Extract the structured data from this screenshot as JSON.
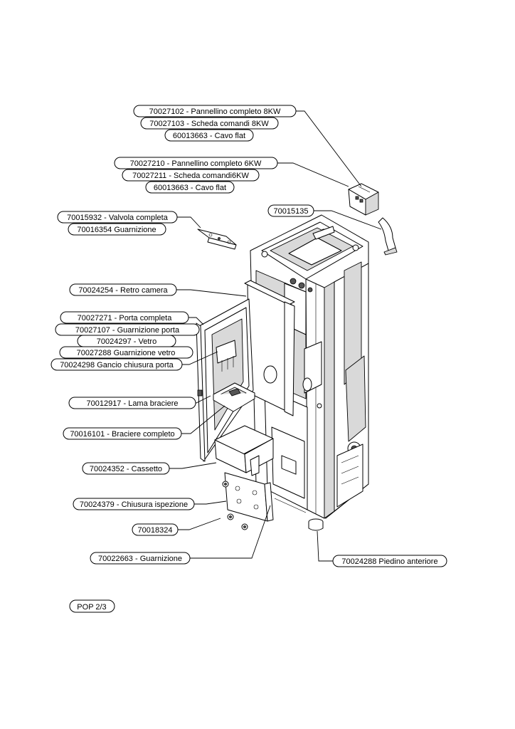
{
  "labels": [
    {
      "id": "pannellino-8kw",
      "text": "70027102 - Pannellino completo 8KW"
    },
    {
      "id": "scheda-8kw",
      "text": "70027103 - Scheda comandi 8KW"
    },
    {
      "id": "cavo-flat-1",
      "text": "60013663 - Cavo flat"
    },
    {
      "id": "pannellino-6kw",
      "text": "70027210 - Pannellino completo 6KW"
    },
    {
      "id": "scheda-6kw",
      "text": "70027211 - Scheda comandi6KW"
    },
    {
      "id": "cavo-flat-2",
      "text": "60013663 - Cavo flat"
    },
    {
      "id": "p-70015135",
      "text": "70015135"
    },
    {
      "id": "valvola",
      "text": "70015932 - Valvola completa"
    },
    {
      "id": "guarnizione-valvola",
      "text": "70016354 Guarnizione"
    },
    {
      "id": "retro-camera",
      "text": "70024254 - Retro camera"
    },
    {
      "id": "porta",
      "text": "70027271 - Porta completa"
    },
    {
      "id": "guarnizione-porta",
      "text": "70027107 - Guarnizione porta"
    },
    {
      "id": "vetro",
      "text": "70024297 - Vetro"
    },
    {
      "id": "guarnizione-vetro",
      "text": "70027288 Guarnizione vetro"
    },
    {
      "id": "gancio",
      "text": "70024298 Gancio chiusura porta"
    },
    {
      "id": "lama",
      "text": "70012917 - Lama braciere"
    },
    {
      "id": "braciere",
      "text": "70016101 - Braciere completo"
    },
    {
      "id": "cassetto",
      "text": "70024352 - Cassetto"
    },
    {
      "id": "chiusura",
      "text": "70024379 - Chiusura ispezione"
    },
    {
      "id": "p-70018324",
      "text": "70018324"
    },
    {
      "id": "guarnizione",
      "text": "70022663 - Guarnizione"
    },
    {
      "id": "piedino",
      "text": "70024288 Piedino anteriore"
    }
  ],
  "page_tag": "POP 2/3"
}
